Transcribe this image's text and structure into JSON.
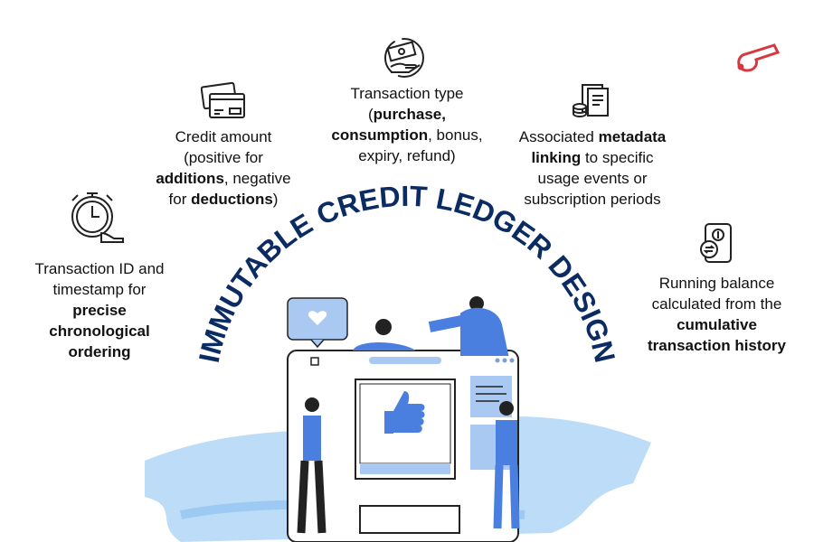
{
  "title": "IMMUTABLE CREDIT LEDGER DESIGN",
  "colors": {
    "title": "#0b2b63",
    "accent_blue": "#4a7fe0",
    "light_blue": "#a9cdf5",
    "whistle": "#d8383d"
  },
  "features": [
    {
      "id": "transaction-id",
      "icon": "stopwatch-icon",
      "parts": [
        {
          "text": "Transaction ID and timestamp for ",
          "bold": false
        },
        {
          "text": "precise chronological ordering",
          "bold": true
        }
      ]
    },
    {
      "id": "credit-amount",
      "icon": "credit-card-icon",
      "parts": [
        {
          "text": "Credit amount (positive for ",
          "bold": false
        },
        {
          "text": "additions",
          "bold": true
        },
        {
          "text": ", negative for ",
          "bold": false
        },
        {
          "text": "deductions",
          "bold": true
        },
        {
          "text": ")",
          "bold": false
        }
      ]
    },
    {
      "id": "transaction-type",
      "icon": "money-hand-icon",
      "parts": [
        {
          "text": "Transaction type (",
          "bold": false
        },
        {
          "text": "purchase, consumption",
          "bold": true
        },
        {
          "text": ", bonus, expiry, refund)",
          "bold": false
        }
      ]
    },
    {
      "id": "metadata",
      "icon": "documents-coins-icon",
      "parts": [
        {
          "text": "Associated ",
          "bold": false
        },
        {
          "text": "metadata linking",
          "bold": true
        },
        {
          "text": " to specific usage events or subscription periods",
          "bold": false
        }
      ]
    },
    {
      "id": "running-balance",
      "icon": "phone-payment-icon",
      "parts": [
        {
          "text": "Running balance calculated from the ",
          "bold": false
        },
        {
          "text": "cumulative transaction history",
          "bold": true
        }
      ]
    }
  ],
  "logo_icon": "whistle-icon"
}
